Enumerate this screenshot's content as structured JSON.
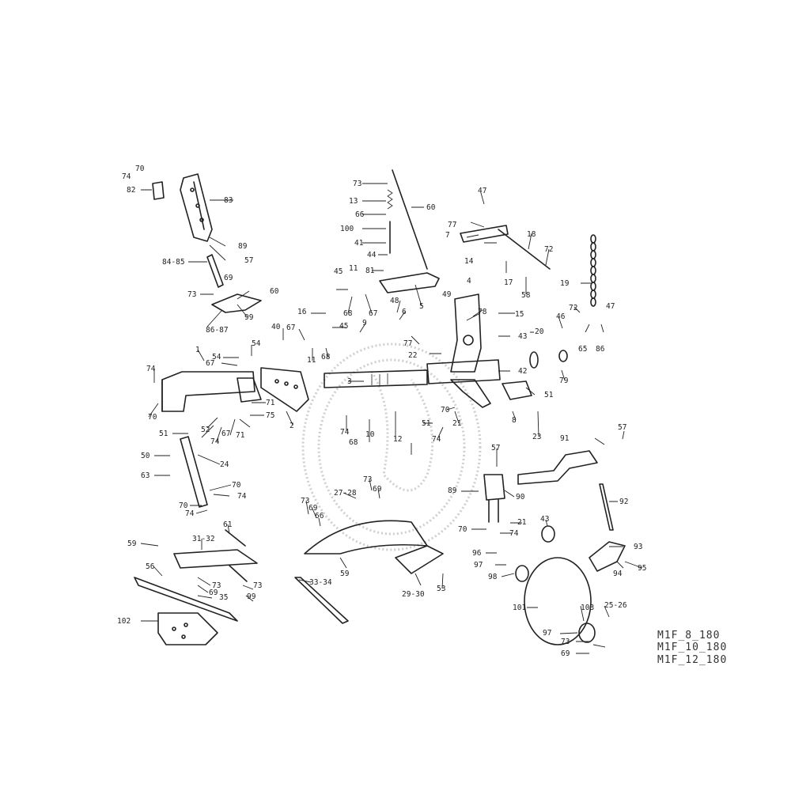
{
  "models": [
    "M1F_8_180",
    "M1F_10_180",
    "M1F_12_180"
  ],
  "labels": [
    {
      "id": "l70a",
      "text": "70"
    },
    {
      "id": "l74a",
      "text": "74"
    },
    {
      "id": "l82",
      "text": "82"
    },
    {
      "id": "l83",
      "text": "83"
    },
    {
      "id": "l89a",
      "text": "89"
    },
    {
      "id": "l57a",
      "text": "57"
    },
    {
      "id": "l8485",
      "text": "84-85"
    },
    {
      "id": "l69a",
      "text": "69"
    },
    {
      "id": "l73a",
      "text": "73"
    },
    {
      "id": "l60a",
      "text": "60"
    },
    {
      "id": "l99",
      "text": "99"
    },
    {
      "id": "l8687",
      "text": "86-87"
    },
    {
      "id": "l73b",
      "text": "73"
    },
    {
      "id": "l13",
      "text": "13"
    },
    {
      "id": "l66",
      "text": "66"
    },
    {
      "id": "l100",
      "text": "100"
    },
    {
      "id": "l41",
      "text": "41"
    },
    {
      "id": "l44",
      "text": "44"
    },
    {
      "id": "l60b",
      "text": "60"
    },
    {
      "id": "l11a",
      "text": "11"
    },
    {
      "id": "l81",
      "text": "81"
    },
    {
      "id": "l45a",
      "text": "45"
    },
    {
      "id": "l68a",
      "text": "68"
    },
    {
      "id": "l67a",
      "text": "67"
    },
    {
      "id": "l5",
      "text": "5"
    },
    {
      "id": "l47a",
      "text": "47"
    },
    {
      "id": "l77a",
      "text": "77"
    },
    {
      "id": "l7",
      "text": "7"
    },
    {
      "id": "l18",
      "text": "18"
    },
    {
      "id": "l72a",
      "text": "72"
    },
    {
      "id": "l14",
      "text": "14"
    },
    {
      "id": "l17",
      "text": "17"
    },
    {
      "id": "l58",
      "text": "58"
    },
    {
      "id": "l19",
      "text": "19"
    },
    {
      "id": "l4",
      "text": "4"
    },
    {
      "id": "l49",
      "text": "49"
    },
    {
      "id": "l48",
      "text": "48"
    },
    {
      "id": "l6",
      "text": "6"
    },
    {
      "id": "l78",
      "text": "78"
    },
    {
      "id": "l15",
      "text": "15"
    },
    {
      "id": "l72b",
      "text": "72"
    },
    {
      "id": "l47b",
      "text": "47"
    },
    {
      "id": "l46",
      "text": "46"
    },
    {
      "id": "l65",
      "text": "65"
    },
    {
      "id": "l86",
      "text": "86"
    },
    {
      "id": "l16",
      "text": "16"
    },
    {
      "id": "l40",
      "text": "40"
    },
    {
      "id": "l67b",
      "text": "67"
    },
    {
      "id": "l45b",
      "text": "45"
    },
    {
      "id": "l9",
      "text": "9"
    },
    {
      "id": "l77b",
      "text": "77"
    },
    {
      "id": "l43a",
      "text": "43"
    },
    {
      "id": "l20",
      "text": "20"
    },
    {
      "id": "l22",
      "text": "22"
    },
    {
      "id": "l11b",
      "text": "11"
    },
    {
      "id": "l68b",
      "text": "68"
    },
    {
      "id": "l1",
      "text": "1"
    },
    {
      "id": "l54a",
      "text": "54"
    },
    {
      "id": "l54b",
      "text": "54"
    },
    {
      "id": "l67c",
      "text": "67"
    },
    {
      "id": "l3",
      "text": "3"
    },
    {
      "id": "l74b",
      "text": "74"
    },
    {
      "id": "l42",
      "text": "42"
    },
    {
      "id": "l79",
      "text": "79"
    },
    {
      "id": "l51a",
      "text": "51"
    },
    {
      "id": "l70b",
      "text": "70"
    },
    {
      "id": "l71a",
      "text": "71"
    },
    {
      "id": "l75",
      "text": "75"
    },
    {
      "id": "l71b",
      "text": "71"
    },
    {
      "id": "l52",
      "text": "52"
    },
    {
      "id": "l74c",
      "text": "74"
    },
    {
      "id": "l67d",
      "text": "67"
    },
    {
      "id": "l2",
      "text": "2"
    },
    {
      "id": "l51b",
      "text": "51"
    },
    {
      "id": "l74d",
      "text": "74"
    },
    {
      "id": "l68c",
      "text": "68"
    },
    {
      "id": "l10",
      "text": "10"
    },
    {
      "id": "l12",
      "text": "12"
    },
    {
      "id": "l70c",
      "text": "70"
    },
    {
      "id": "l51c",
      "text": "51"
    },
    {
      "id": "l21a",
      "text": "21"
    },
    {
      "id": "l74e",
      "text": "74"
    },
    {
      "id": "l8",
      "text": "8"
    },
    {
      "id": "l23",
      "text": "23"
    },
    {
      "id": "l91",
      "text": "91"
    },
    {
      "id": "l57b",
      "text": "57"
    },
    {
      "id": "l50",
      "text": "50"
    },
    {
      "id": "l24",
      "text": "24"
    },
    {
      "id": "l63",
      "text": "63"
    },
    {
      "id": "l70d",
      "text": "70"
    },
    {
      "id": "l74f",
      "text": "74"
    },
    {
      "id": "l70e",
      "text": "70"
    },
    {
      "id": "l74g",
      "text": "74"
    },
    {
      "id": "l57c",
      "text": "57"
    },
    {
      "id": "l89b",
      "text": "89"
    },
    {
      "id": "l90",
      "text": "90"
    },
    {
      "id": "l92",
      "text": "92"
    },
    {
      "id": "l73c",
      "text": "73"
    },
    {
      "id": "l2728",
      "text": "27-28"
    },
    {
      "id": "l69b",
      "text": "69"
    },
    {
      "id": "l73d",
      "text": "73"
    },
    {
      "id": "l69c",
      "text": "69"
    },
    {
      "id": "l66b",
      "text": "66"
    },
    {
      "id": "l21b",
      "text": "21"
    },
    {
      "id": "l70f",
      "text": "70"
    },
    {
      "id": "l74h",
      "text": "74"
    },
    {
      "id": "l43b",
      "text": "43"
    },
    {
      "id": "l61",
      "text": "61"
    },
    {
      "id": "l3132",
      "text": "31-32"
    },
    {
      "id": "l59a",
      "text": "59"
    },
    {
      "id": "l93",
      "text": "93"
    },
    {
      "id": "l96",
      "text": "96"
    },
    {
      "id": "l97a",
      "text": "97"
    },
    {
      "id": "l94",
      "text": "94"
    },
    {
      "id": "l95",
      "text": "95"
    },
    {
      "id": "l98",
      "text": "98"
    },
    {
      "id": "l56",
      "text": "56"
    },
    {
      "id": "l59b",
      "text": "59"
    },
    {
      "id": "l3334",
      "text": "33-34"
    },
    {
      "id": "l2930",
      "text": "29-30"
    },
    {
      "id": "l53",
      "text": "53"
    },
    {
      "id": "l73e",
      "text": "73"
    },
    {
      "id": "l69d",
      "text": "69"
    },
    {
      "id": "l35",
      "text": "35"
    },
    {
      "id": "l73f",
      "text": "73"
    },
    {
      "id": "l99b",
      "text": "99"
    },
    {
      "id": "l101",
      "text": "101"
    },
    {
      "id": "l103",
      "text": "103"
    },
    {
      "id": "l2526",
      "text": "25-26"
    },
    {
      "id": "l102",
      "text": "102"
    },
    {
      "id": "l97b",
      "text": "97"
    },
    {
      "id": "l73g",
      "text": "73"
    },
    {
      "id": "l69e",
      "text": "69"
    }
  ]
}
